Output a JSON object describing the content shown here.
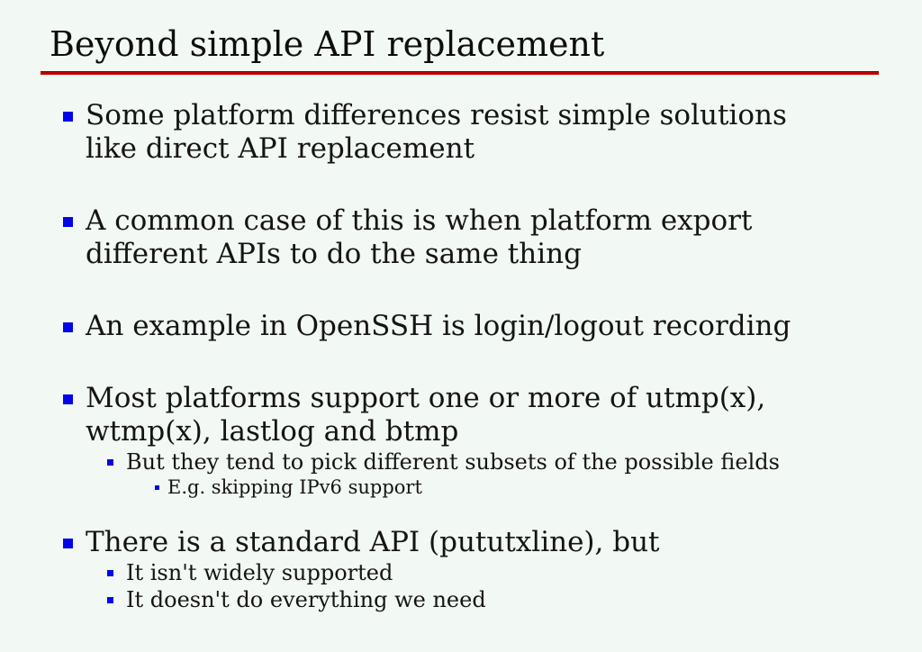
{
  "slide": {
    "title": "Beyond simple API replacement",
    "background_color": "#f2f8f3",
    "accent_color": "#c00000",
    "bullet_color": "#0404e8",
    "text_color": "#141414"
  },
  "bullets": [
    {
      "level": 1,
      "text": "Some platform differences resist simple solutions\nlike direct API replacement"
    },
    {
      "level": 1,
      "text": "A common case of this is when platform export\ndifferent APIs to do the same thing"
    },
    {
      "level": 1,
      "text": "An example in OpenSSH is login/logout recording"
    },
    {
      "level": 1,
      "text": "Most platforms support one or more of utmp(x),\nwtmp(x), lastlog and btmp"
    },
    {
      "level": 2,
      "text": "But they tend to pick different subsets of the possible fields"
    },
    {
      "level": 3,
      "text": "E.g. skipping IPv6 support"
    },
    {
      "level": 1,
      "text": "There is a standard API (pututxline), but"
    },
    {
      "level": 2,
      "text": "It isn't widely supported"
    },
    {
      "level": 2,
      "text": "It doesn't do everything we need"
    }
  ]
}
